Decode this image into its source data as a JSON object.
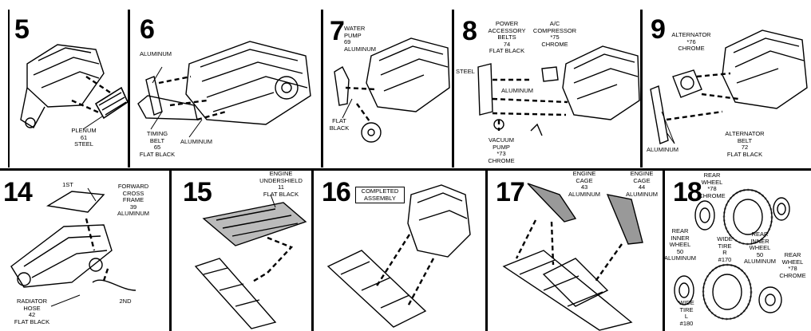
{
  "steps": {
    "s5": {
      "number": "5",
      "labels": {
        "plenum": "PLENUM\n61\nSTEEL"
      }
    },
    "s6": {
      "number": "6",
      "labels": {
        "aluminum_top": "ALUMINUM",
        "timing_belt": "TIMING\nBELT\n65\nFLAT BLACK",
        "aluminum_bottom": "ALUMINUM"
      }
    },
    "s7": {
      "number": "7",
      "labels": {
        "water_pump": "WATER\nPUMP\n69\nALUMINUM",
        "flat_black": "FLAT\nBLACK"
      }
    },
    "s8": {
      "number": "8",
      "labels": {
        "power_belts": "POWER\nACCESSORY\nBELTS\n74\nFLAT BLACK",
        "ac_compressor": "A/C\nCOMPRESSOR\n*75\nCHROME",
        "steel": "STEEL",
        "aluminum": "ALUMINUM",
        "vacuum_pump": "VACUUM\nPUMP\n*73\nCHROME"
      }
    },
    "s9": {
      "number": "9",
      "labels": {
        "alternator": "ALTERNATOR\n*76\nCHROME",
        "alternator_belt": "ALTERNATOR\nBELT\n72\nFLAT BLACK",
        "aluminum": "ALUMINUM"
      }
    },
    "s14": {
      "number": "14",
      "labels": {
        "first": "1ST",
        "forward_frame": "FORWARD\nCROSS\nFRAME\n39\nALUMINUM",
        "second": "2ND",
        "radiator_hose": "RADIATOR\nHOSE\n42\nFLAT BLACK"
      }
    },
    "s15": {
      "number": "15",
      "labels": {
        "engine_undershield": "ENGINE\nUNDERSHIELD\n11\nFLAT BLACK"
      }
    },
    "s16": {
      "number": "16",
      "labels": {
        "completed": "COMPLETED\nASSEMBLY"
      }
    },
    "s17": {
      "number": "17",
      "labels": {
        "cage_left": "ENGINE\nCAGE\n43\nALUMINUM",
        "cage_right": "ENGINE\nCAGE\n44\nALUMINUM"
      }
    },
    "s18": {
      "number": "18",
      "labels": {
        "rear_wheel_top": "REAR\nWHEEL\n*78\nCHROME",
        "rear_inner_left": "REAR\nINNER\nWHEEL\n50\nALUMINUM",
        "wide_tire_r": "WIDE\nTIRE\nR\n#170",
        "rear_inner_right": "REAR\nINNER\nWHEEL\n50\nALUMINUM",
        "rear_wheel_right": "REAR\nWHEEL\n*78\nCHROME",
        "wide_tire_l": "WIDE\nTIRE\nL\n#180"
      }
    }
  }
}
